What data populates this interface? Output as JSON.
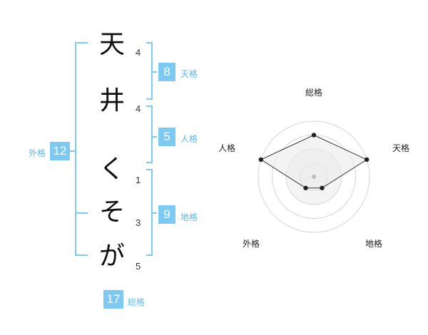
{
  "name": {
    "chars": [
      {
        "char": "天",
        "strokes": "4"
      },
      {
        "char": "井",
        "strokes": "4"
      },
      {
        "char": "く",
        "strokes": "1"
      },
      {
        "char": "そ",
        "strokes": "3"
      },
      {
        "char": "が",
        "strokes": "5"
      }
    ]
  },
  "kaku": {
    "tenkaku": {
      "value": "8",
      "label": "天格"
    },
    "jinkaku": {
      "value": "5",
      "label": "人格"
    },
    "chikaku": {
      "value": "9",
      "label": "地格"
    },
    "gaikaku": {
      "value": "12",
      "label": "外格"
    },
    "soukaku": {
      "value": "17",
      "label": "総格"
    }
  },
  "colors": {
    "accent": "#7ccaf3",
    "accent_text": "#5bb8ea"
  },
  "radar": {
    "labels": {
      "soukaku": "総格",
      "tenkaku": "天格",
      "chikaku": "地格",
      "gaikaku": "外格",
      "jinkaku": "人格"
    },
    "rings": 4,
    "values": {
      "soukaku": 3,
      "tenkaku": 4,
      "chikaku": 1,
      "gaikaku": 1,
      "jinkaku": 4
    }
  }
}
